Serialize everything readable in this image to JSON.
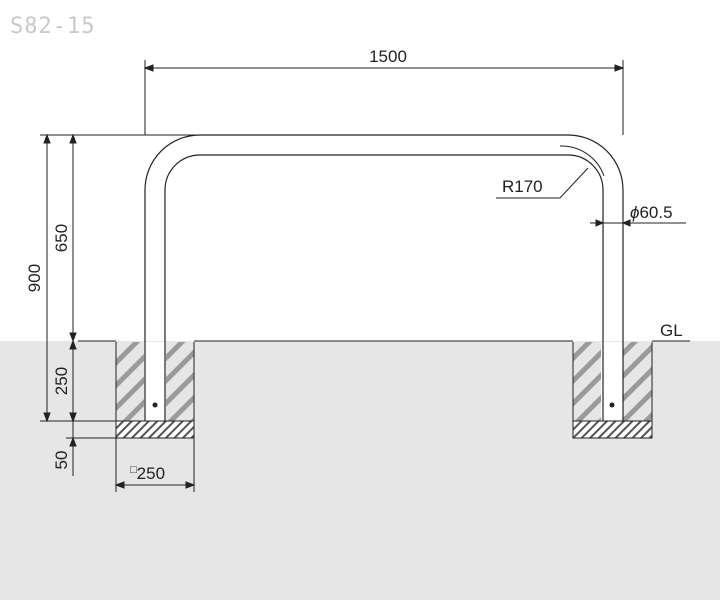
{
  "product_code": "S82-15",
  "dimensions": {
    "width": "1500",
    "radius": "R170",
    "pipe_diameter_symbol": "ϕ",
    "pipe_diameter_value": "60.5",
    "total_height": "900",
    "above_ground_height": "650",
    "embed_depth": "250",
    "base_thickness": "50",
    "footing_size_symbol": "□",
    "footing_size_value": "250"
  },
  "ground_label": "GL",
  "colors": {
    "ground_fill": "#e6e6e6",
    "line": "#222222",
    "code_label": "#c9c9c9"
  }
}
